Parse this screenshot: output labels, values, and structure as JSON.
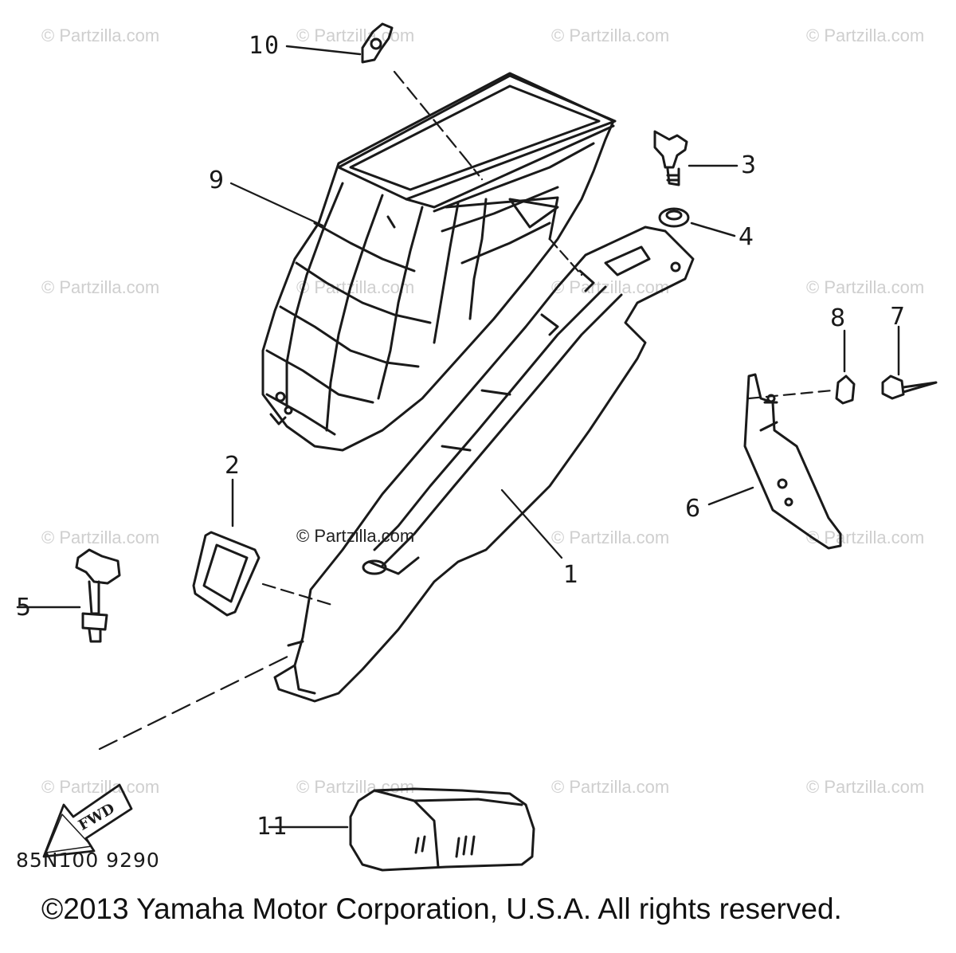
{
  "watermark": "© Partzilla.com",
  "center_watermark": "© Partzilla.com",
  "callouts": {
    "p1": "1",
    "p2": "2",
    "p3": "3",
    "p4": "4",
    "p5": "5",
    "p6": "6",
    "p7": "7",
    "p8": "8",
    "p9": "9",
    "p10": "10",
    "p11": "11"
  },
  "fwd_label": "FWD",
  "part_code": "85N100 9290",
  "copyright": "©2013 Yamaha Motor Corporation, U.S.A. All rights reserved."
}
